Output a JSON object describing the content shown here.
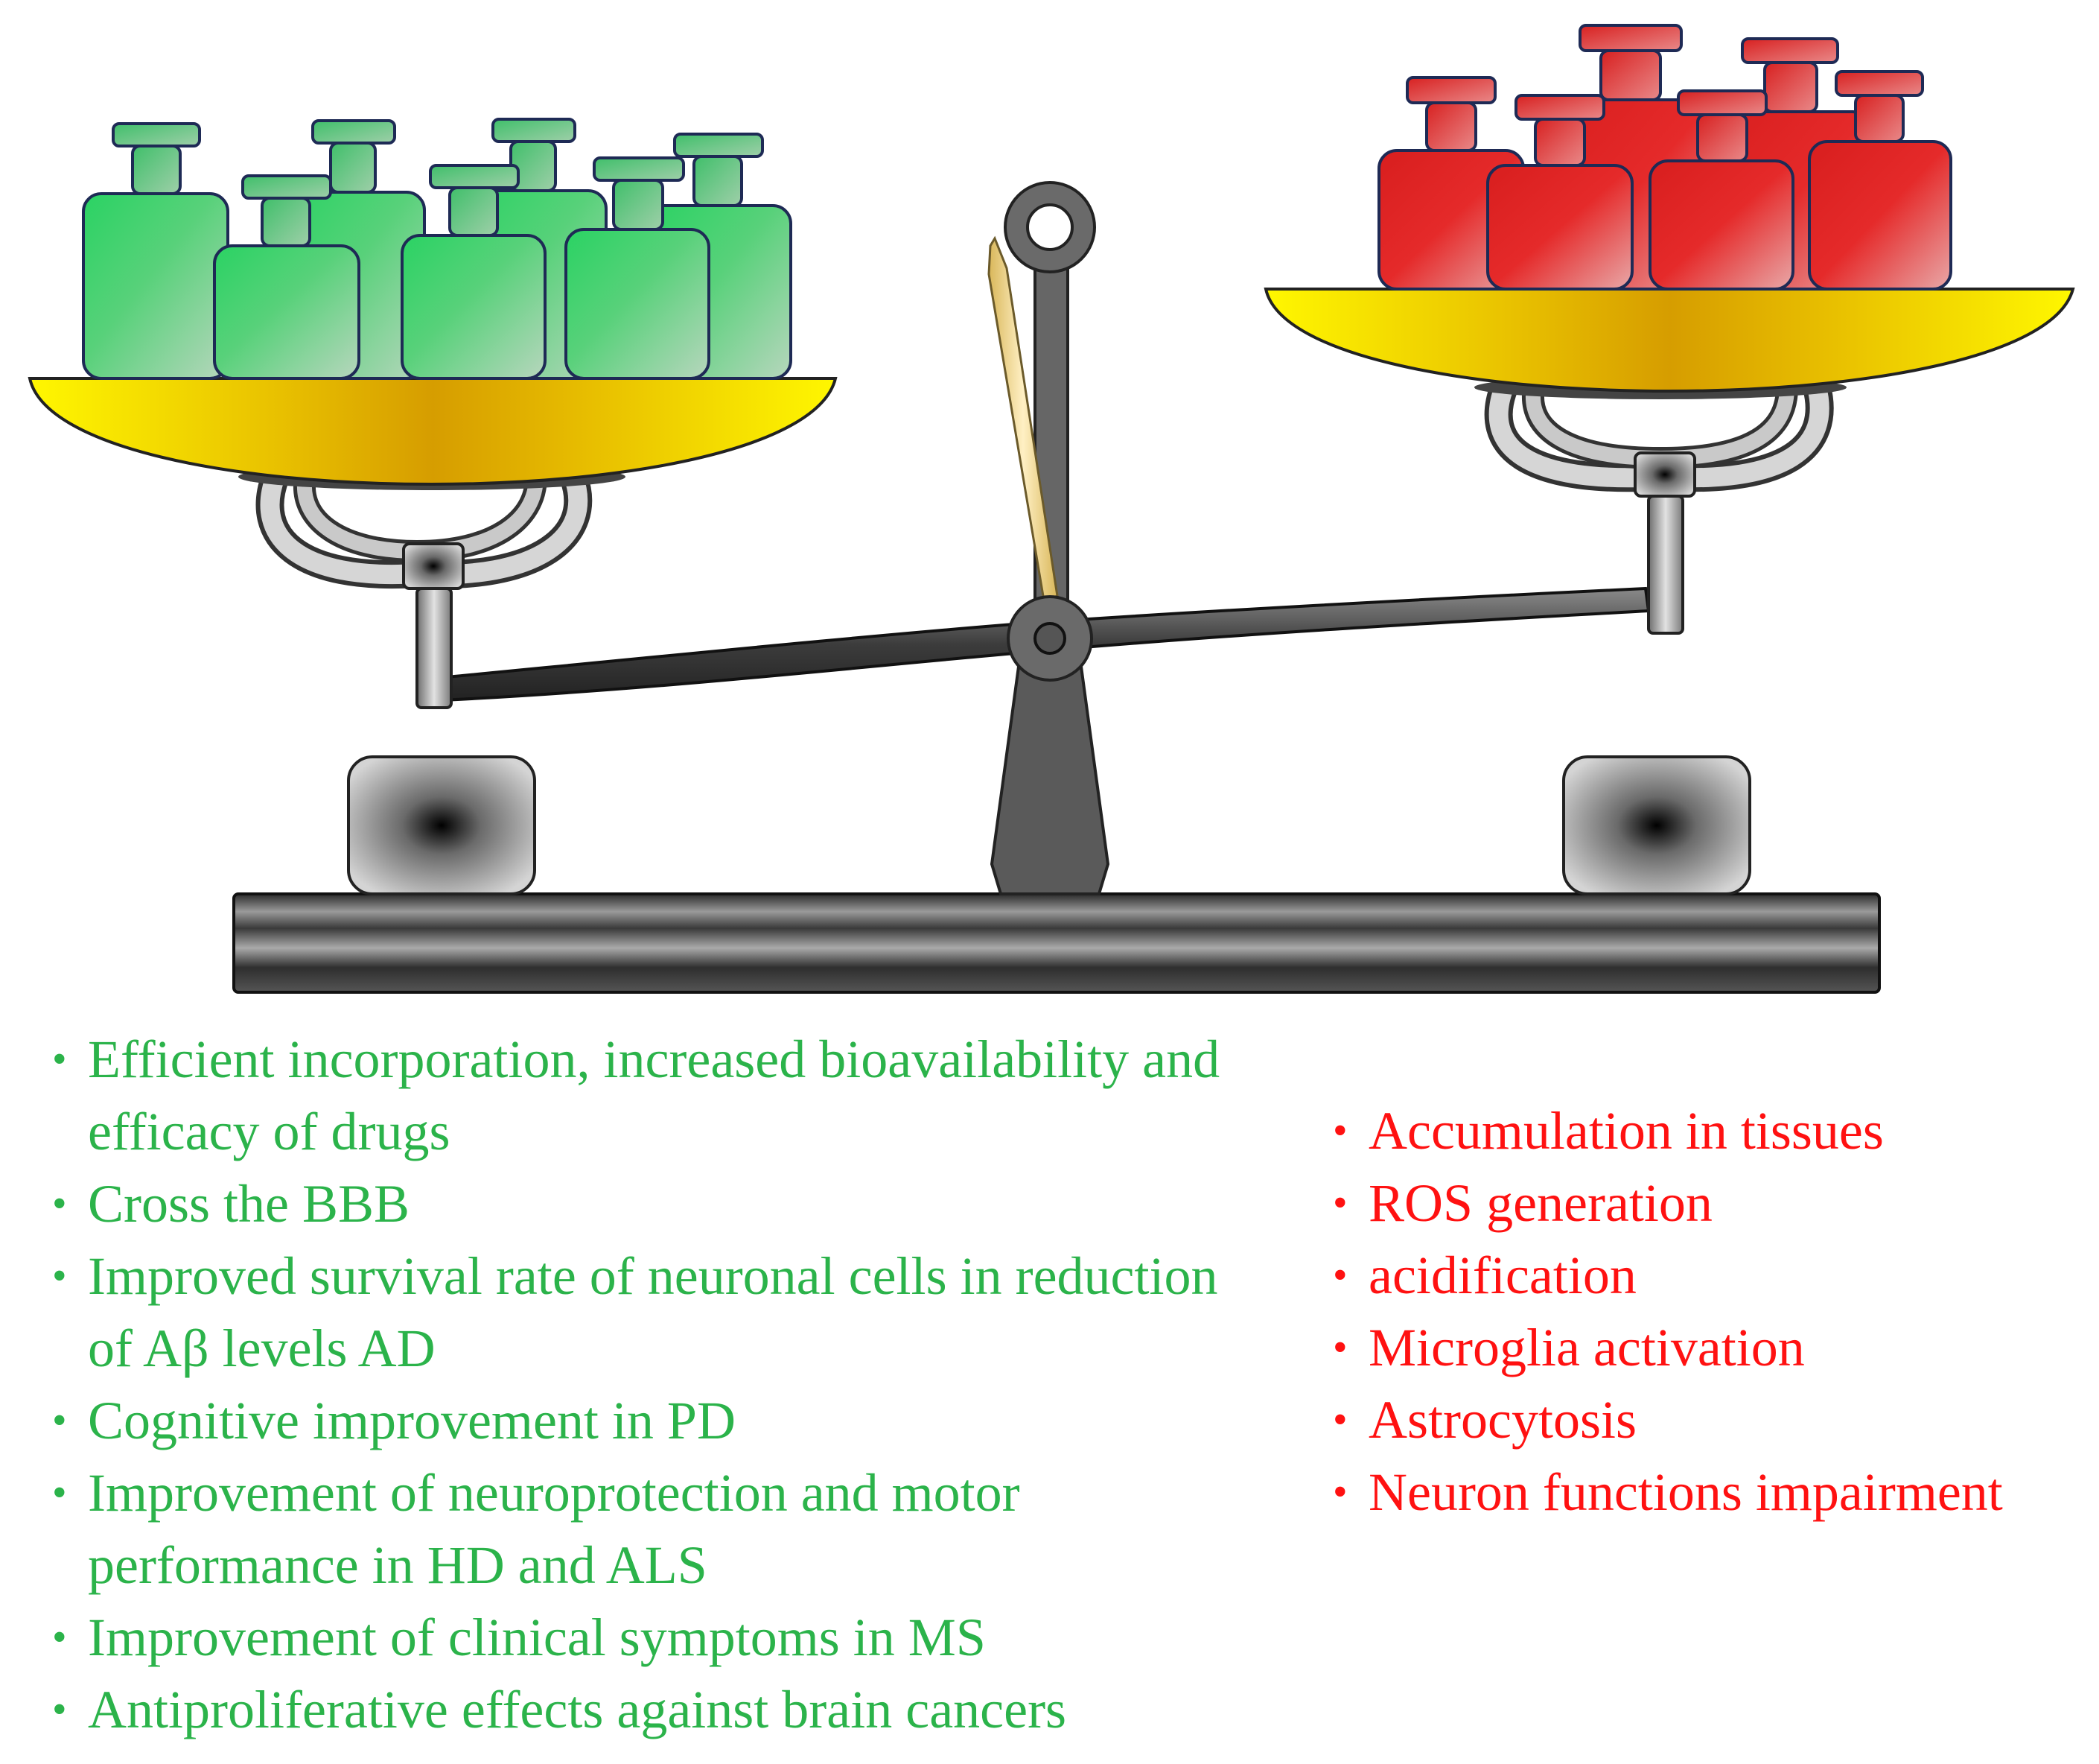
{
  "benefits": {
    "color": "#2bb34a",
    "items": [
      "Efficient incorporation, increased bioavailability and efficacy of drugs",
      "Cross the BBB",
      "Improved survival rate of neuronal cells in reduction of Aβ levels AD",
      "Cognitive improvement in PD",
      "Improvement of neuroprotection and motor performance in HD and ALS",
      "Improvement of clinical symptoms in MS",
      "Antiproliferative effects against brain cancers"
    ]
  },
  "risks": {
    "color": "#ff1111",
    "items": [
      "Accumulation in tissues",
      "ROS generation",
      "acidification",
      "Microglia activation",
      "Astrocytosis",
      "Neuron functions impairment"
    ]
  },
  "colors": {
    "green_weight": "#4cc96c",
    "red_weight": "#dd2222",
    "pan": "#f2e600",
    "metal": "#555555"
  },
  "icons": {
    "bullet": "•",
    "left_weights": "green-weight-icon",
    "right_weights": "red-weight-icon"
  }
}
